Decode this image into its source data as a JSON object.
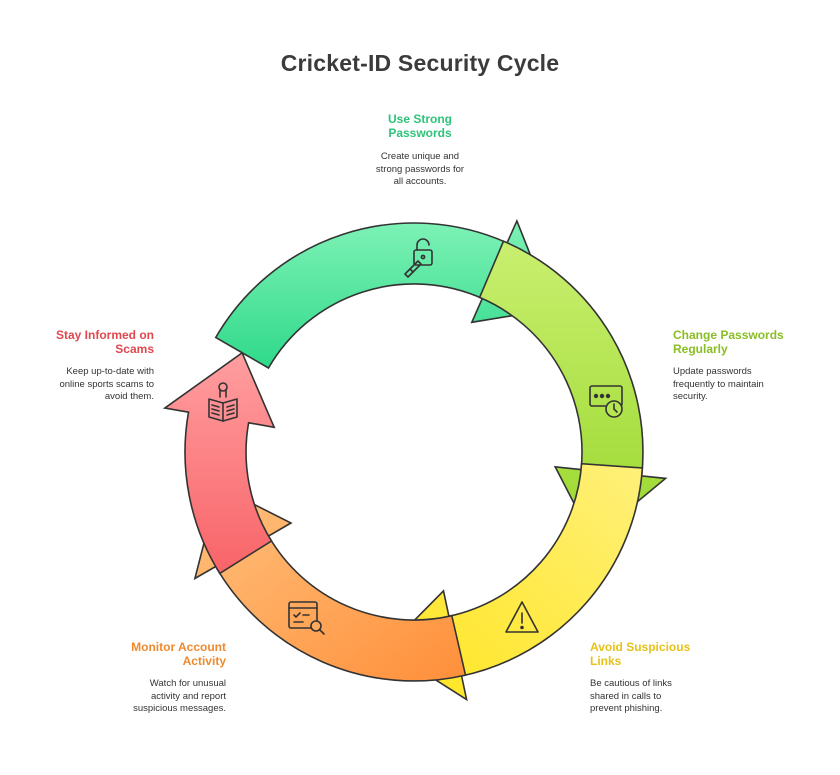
{
  "title": "Cricket-ID Security Cycle",
  "colors": {
    "green": "#2ec37a",
    "lime": "#8abd24",
    "yellow": "#e6c21a",
    "orange": "#ef8a2f",
    "red": "#e0474f",
    "outline": "#333333"
  },
  "steps": [
    {
      "id": "passwords",
      "label": "Use Strong\nPasswords",
      "desc": "Create unique and\nstrong passwords for\nall accounts.",
      "icon": "lock-key-icon"
    },
    {
      "id": "change",
      "label": "Change Passwords\nRegularly",
      "desc": "Update passwords\nfrequently to maintain\nsecurity.",
      "icon": "password-clock-icon"
    },
    {
      "id": "links",
      "label": "Avoid Suspicious\nLinks",
      "desc": "Be cautious of links\nshared in calls to\nprevent phishing.",
      "icon": "warning-icon"
    },
    {
      "id": "monitor",
      "label": "Monitor Account\nActivity",
      "desc": "Watch for unusual\nactivity and report\nsuspicious messages.",
      "icon": "monitor-search-icon"
    },
    {
      "id": "scams",
      "label": "Stay Informed on\nScams",
      "desc": "Keep up-to-date with\nonline sports scams to\navoid them.",
      "icon": "newspaper-icon"
    }
  ]
}
